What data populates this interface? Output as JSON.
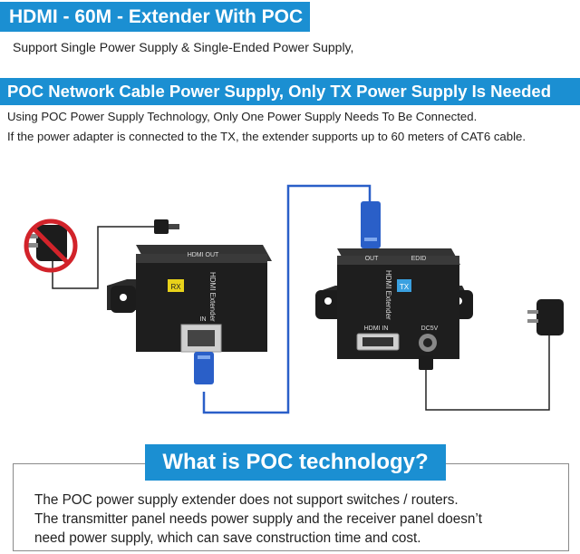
{
  "header": {
    "title": "HDMI - 60M - Extender With POC",
    "subtitle": "Support Single Power Supply & Single-Ended Power Supply,"
  },
  "poc_section": {
    "title": "POC Network Cable Power Supply, Only TX Power Supply Is Needed",
    "line1": "Using POC Power Supply Technology, Only One Power Supply Needs To Be Connected.",
    "line2": "If the power adapter is connected to the TX, the extender supports up to 60 meters of CAT6 cable."
  },
  "diagram": {
    "rx_device": {
      "badge": "RX",
      "name": "HDMI Extender",
      "port_top": "HDMI OUT",
      "port_front": "IN"
    },
    "tx_device": {
      "badge": "TX",
      "name": "HDMI Extender",
      "port_top_left": "OUT",
      "port_top_right": "EDID",
      "port_hdmi": "HDMI IN",
      "port_dc": "DC5V"
    }
  },
  "bottom": {
    "heading": "What is POC technology?",
    "line1": "The POC power supply extender does not support switches / routers.",
    "line2": "The transmitter panel needs power supply and the receiver panel doesn’t",
    "line3": "need power supply, which can save construction time and cost."
  },
  "colors": {
    "accent": "#1b8fd2",
    "cable": "#2a5fc8",
    "device": "#1c1c1c",
    "prohibit": "#d2232a"
  }
}
